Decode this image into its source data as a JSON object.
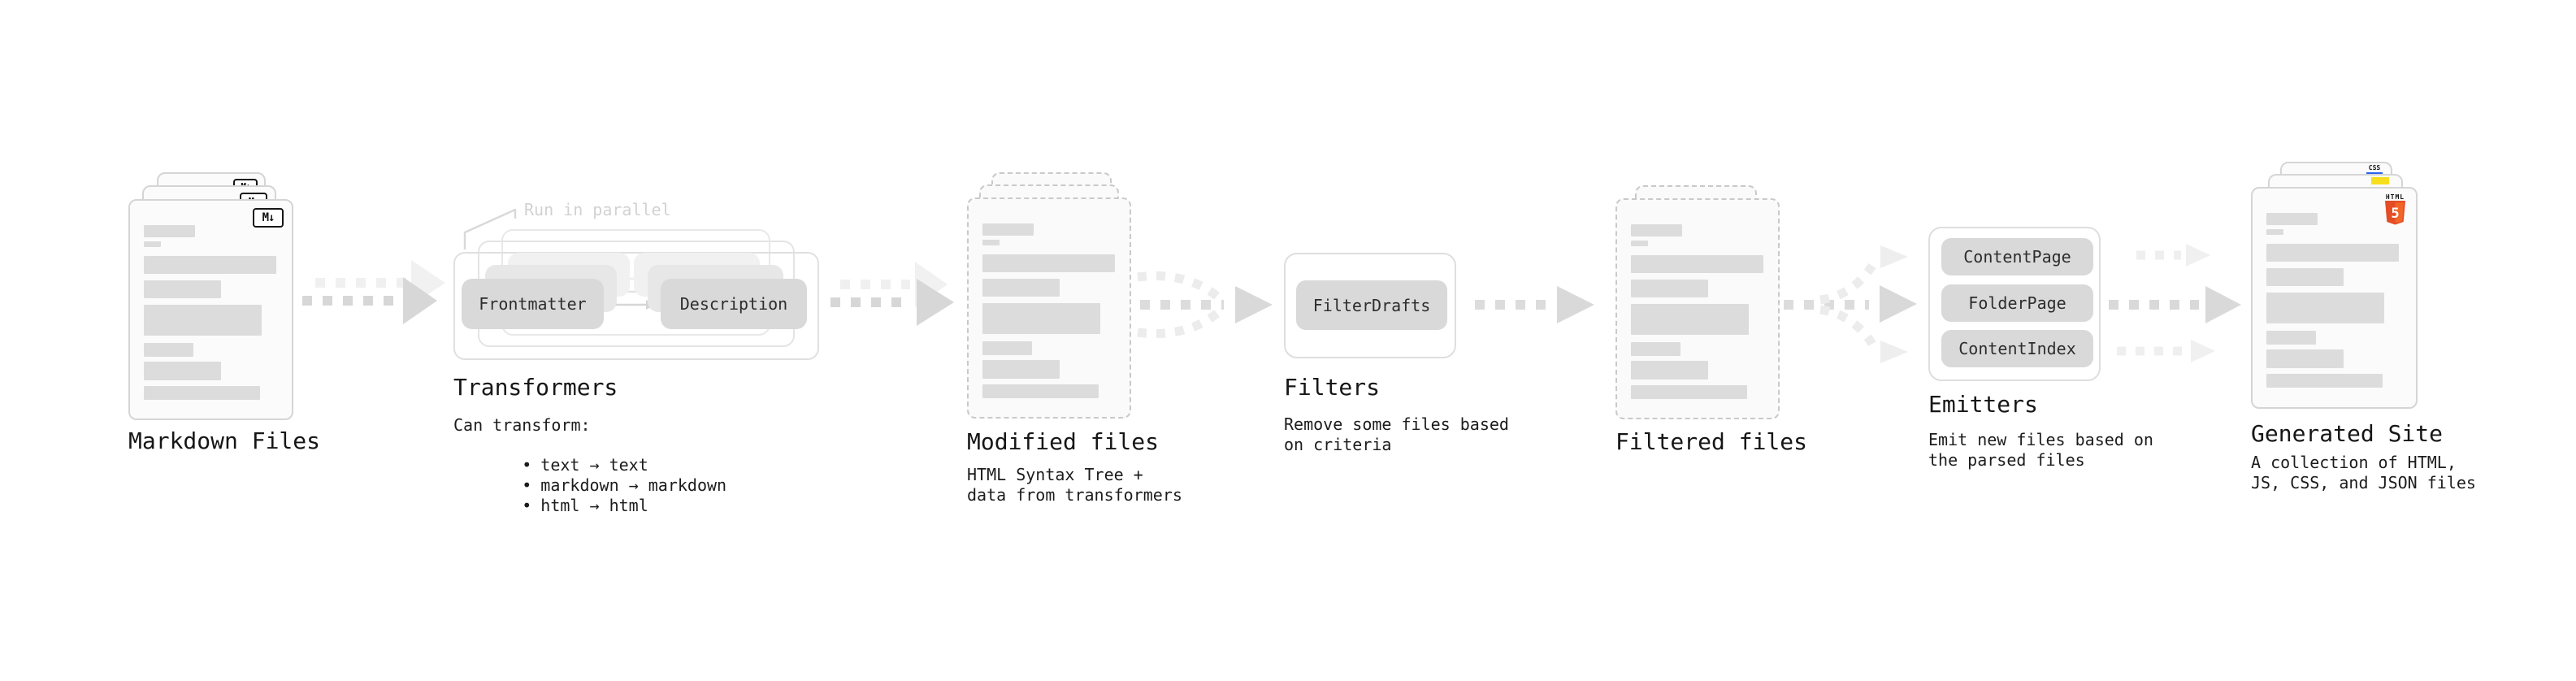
{
  "diagram": {
    "stages": {
      "markdown_files": {
        "title": "Markdown Files",
        "file_badge": "M↓"
      },
      "transformers": {
        "title": "Transformers",
        "annotation": "Run in parallel",
        "pills": [
          "Frontmatter",
          "Description"
        ],
        "desc_intro": "Can transform:",
        "bullet_char": "•",
        "bullets": [
          "text → text",
          "markdown → markdown",
          "html → html"
        ]
      },
      "modified_files": {
        "title": "Modified files",
        "desc": [
          "HTML Syntax Tree +",
          "data from transformers"
        ]
      },
      "filters": {
        "title": "Filters",
        "pills": [
          "FilterDrafts"
        ],
        "desc": [
          "Remove some files based",
          "on criteria"
        ]
      },
      "filtered_files": {
        "title": "Filtered files"
      },
      "emitters": {
        "title": "Emitters",
        "pills": [
          "ContentPage",
          "FolderPage",
          "ContentIndex"
        ],
        "desc": [
          "Emit new files based on",
          "the parsed files"
        ]
      },
      "generated_site": {
        "title": "Generated Site",
        "desc": [
          "A collection of HTML,",
          "JS, CSS, and JSON files"
        ],
        "badges": {
          "css_label": "CSS",
          "html_label": "HTML",
          "html_number": "5"
        }
      }
    },
    "colors": {
      "arrow_gray": "#d7d7d7",
      "arrow_faint": "#efefef",
      "bar_gray": "#dcdcdc",
      "pill_gray": "#d9d9d9",
      "annotation_gray": "#d2d2d2",
      "html5_orange": "#e44d26",
      "html5_orange_light": "#f16529",
      "js_yellow": "#f7df1e",
      "css_blue": "#2962f5"
    }
  }
}
